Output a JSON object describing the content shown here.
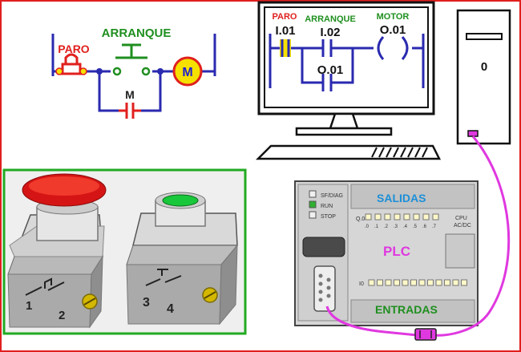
{
  "ladder_schematic": {
    "stop_label": "PARO",
    "start_label": "ARRANQUE",
    "motor_symbol": "M",
    "holding_contact_label": "M"
  },
  "pc_ladder": {
    "stop_label": "PARO",
    "stop_address": "I.01",
    "start_label": "ARRANQUE",
    "start_address": "I.02",
    "motor_label": "MOTOR",
    "motor_address": "O.01",
    "holding_address": "O.01"
  },
  "tower": {
    "power_indicator": "0"
  },
  "plc": {
    "status_leds": [
      "SF/DIAG",
      "RUN",
      "STOP"
    ],
    "outputs_title": "SALIDAS",
    "outputs_prefix": "Q.0",
    "output_numbers": [
      ".0",
      ".1",
      ".2",
      ".3",
      ".4",
      ".5",
      ".6",
      ".7"
    ],
    "model_line1": "CPU",
    "model_line2": "AC/DC",
    "center_label": "PLC",
    "inputs_prefix": "I0",
    "inputs_title": "ENTRADAS"
  },
  "buttons": {
    "stop_terminals": [
      "1",
      "2"
    ],
    "start_terminals": [
      "3",
      "4"
    ]
  },
  "colors": {
    "frame": "#e0201e",
    "stop_red": "#e0201e",
    "start_green": "#1f8f1f",
    "motor_yellow": "#f5e000",
    "motor_label": "#2020d0",
    "cable": "#e038e0",
    "blue_title": "#1c8fd8",
    "photo_frame": "#22aa22"
  }
}
